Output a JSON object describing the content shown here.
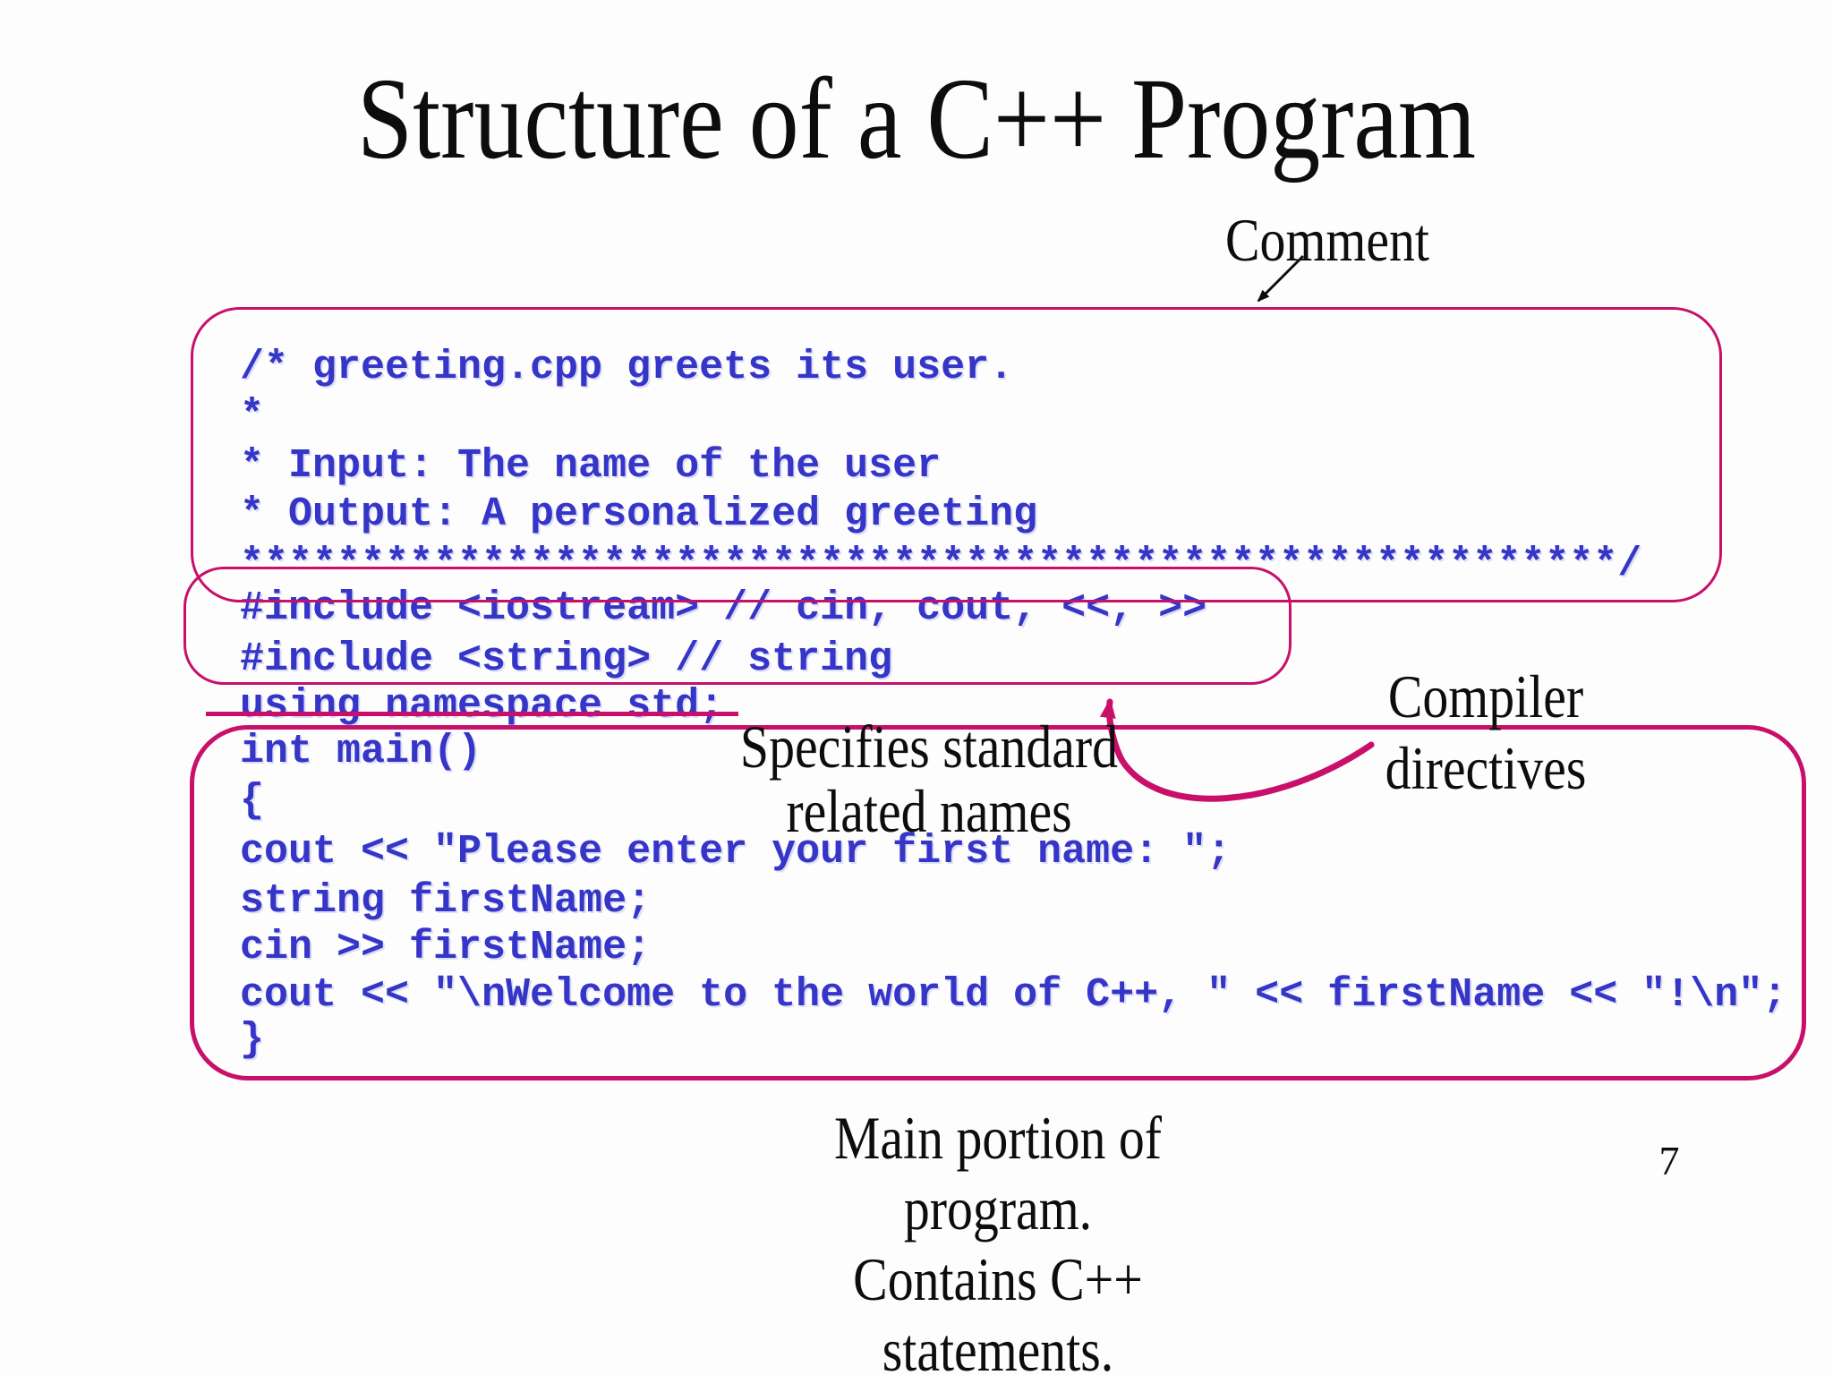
{
  "title": "Structure of a C++ Program",
  "page_number": "7",
  "colors": {
    "accent": "#c8106a",
    "code_blue": "#3535c8",
    "ink": "#0d0d0d"
  },
  "annotations": {
    "comment": "Comment",
    "compiler": {
      "line1": "Compiler",
      "line2": "directives"
    },
    "specifies": {
      "line1": "Specifies standard",
      "line2": "related names"
    },
    "main_portion": {
      "line1": "Main portion of",
      "line2": "program.",
      "line3": "Contains C++",
      "line4": "statements."
    }
  },
  "code": {
    "lines": [
      "/* greeting.cpp greets its user.",
      "*",
      "* Input: The name of the user",
      "* Output: A personalized greeting",
      "*********************************************************/",
      "#include <iostream> // cin, cout, <<, >>",
      "#include <string> // string",
      "using namespace std;",
      "int main()",
      "{",
      "cout << \"Please enter your first name: \";",
      "string firstName;",
      "cin >> firstName;",
      "cout << \"\\nWelcome to the world of C++, \" << firstName << \"!\\n\";",
      "}"
    ]
  }
}
